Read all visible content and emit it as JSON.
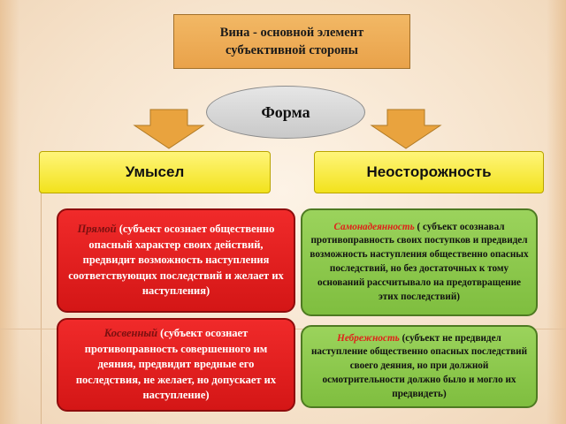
{
  "title": "Вина  - основной элемент субъективной стороны",
  "form_label": "Форма",
  "intent": {
    "label": "Умысел",
    "direct": {
      "term": "Прямой",
      "text": "(субъект осознает общественно опасный характер своих действий, предвидит возможность наступления соответствующих последствий и желает их наступления)"
    },
    "indirect": {
      "term": "Косвенный",
      "text": "(субъект осознает противоправность совершенного им деяния, предвидит вредные его последствия, не желает, но допускает их наступление)"
    }
  },
  "negligence": {
    "label": "Неосторожность",
    "arrogance": {
      "term": "Самонадеянность",
      "text": "( субъект осознавал  противоправность своих поступков и предвидел возможность наступления  общественно опасных последствий, но без достаточных к тому оснований рассчитывало на предотвращение этих последствий)"
    },
    "carelessness": {
      "term": "Небрежность",
      "text": "(субъект  не предвидел наступление общественно опасных последствий своего деяния, но при должной осмотрительности  должно было и могло их предвидеть)"
    }
  },
  "colors": {
    "title_fill": "#EDA950",
    "form_fill": "#D6D6D6",
    "header_fill": "#F6E83A",
    "intent_fill": "#E11F1F",
    "negligence_fill": "#8BC74C",
    "arrow_fill": "#E9A33E"
  }
}
